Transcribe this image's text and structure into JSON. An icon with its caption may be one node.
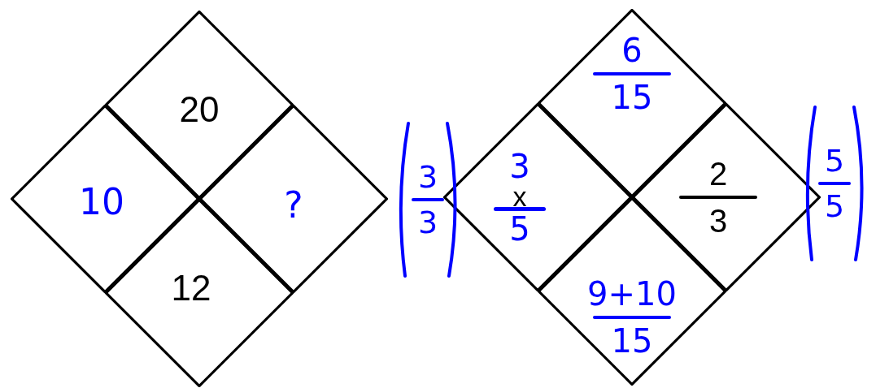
{
  "diagram": {
    "nodes": [
      {
        "text": [],
        "shape": "diamond"
      },
      {
        "text": [
          "20"
        ],
        "in": 0
      },
      {
        "text": [
          "10"
        ],
        "in": 0
      },
      {
        "text": [
          "?"
        ],
        "in": 0
      },
      {
        "text": [
          "12"
        ],
        "in": 0
      },
      {
        "text": [],
        "shape": "diamond"
      },
      {
        "text": [
          "6",
          "15"
        ],
        "in": 5
      },
      {
        "text": [
          "3",
          "x",
          "5"
        ],
        "in": 5,
        "beside": [
          "3",
          "3"
        ]
      },
      {
        "text": [
          "2",
          "3"
        ],
        "in": 5,
        "beside": [
          "5",
          "5"
        ]
      },
      {
        "text": [
          "9+10",
          "15"
        ],
        "in": 5
      }
    ],
    "edges": []
  }
}
